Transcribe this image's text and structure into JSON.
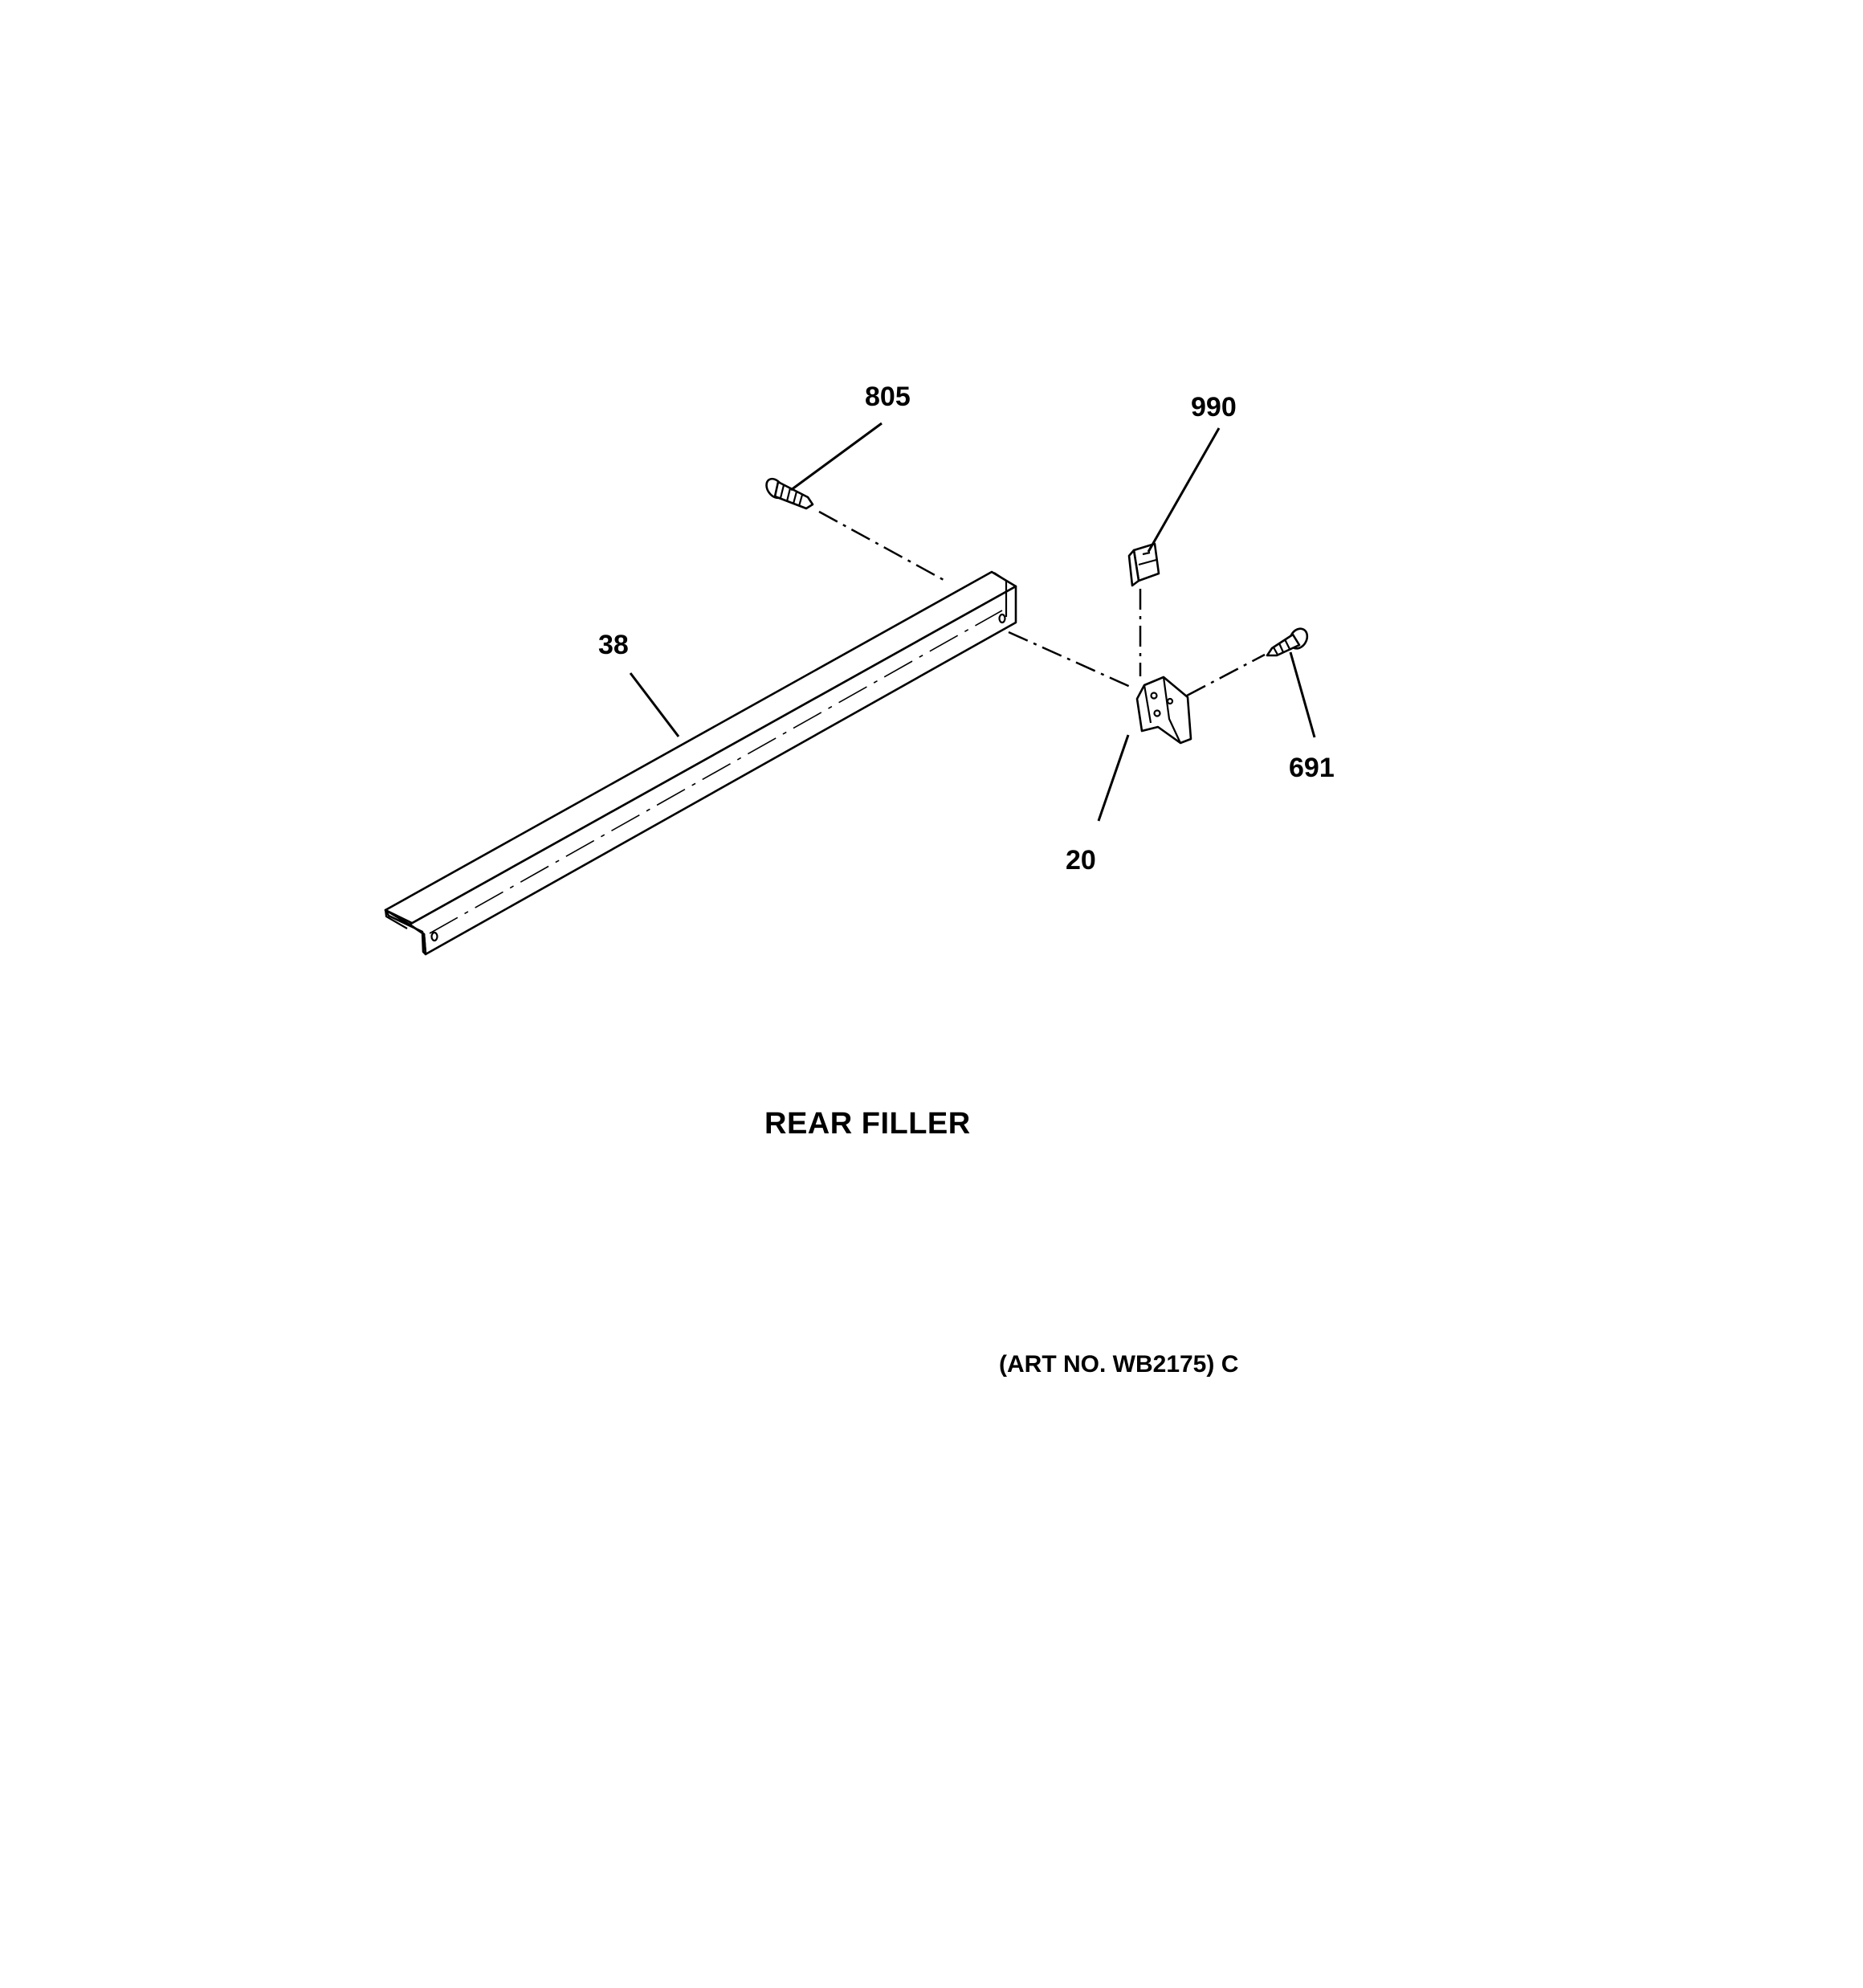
{
  "diagram": {
    "title": "REAR FILLER",
    "art_number": "(ART NO. WB2175) C",
    "callouts": {
      "screw_top": "805",
      "clip": "990",
      "filler": "38",
      "screw_right": "691",
      "bracket": "20"
    }
  }
}
